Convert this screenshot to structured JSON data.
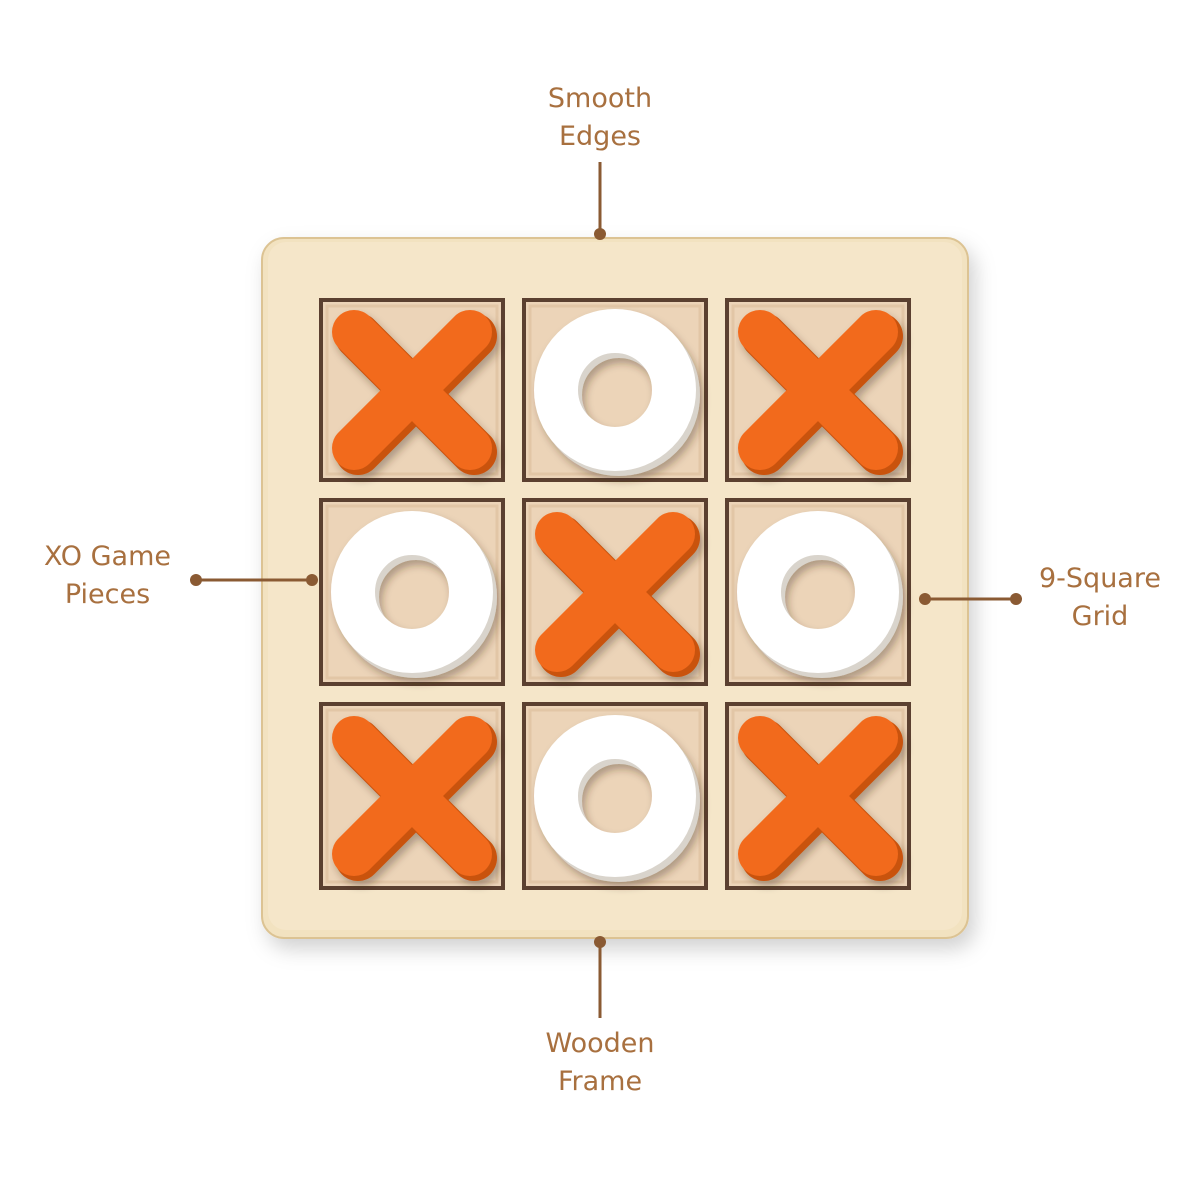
{
  "annotations": {
    "top": {
      "line1": "Smooth",
      "line2": "Edges"
    },
    "left": {
      "line1": "XO Game",
      "line2": "Pieces"
    },
    "right": {
      "line1": "9-Square",
      "line2": "Grid"
    },
    "bottom": {
      "line1": "Wooden",
      "line2": "Frame"
    }
  },
  "board": {
    "cells": [
      "X",
      "O",
      "X",
      "O",
      "X",
      "O",
      "X",
      "O",
      "X"
    ]
  },
  "colors": {
    "label_text": "#a8703f",
    "leader_line": "#8a5a33",
    "wood_face": "#f2e2c0",
    "wood_edge": "#dcc393",
    "cell_well": "#ecd4b8",
    "cell_border": "#5b4030",
    "x_piece": "#f26b1d",
    "x_piece_side": "#c9520f",
    "o_piece": "#ffffff",
    "o_piece_side": "#d9d4cc"
  }
}
